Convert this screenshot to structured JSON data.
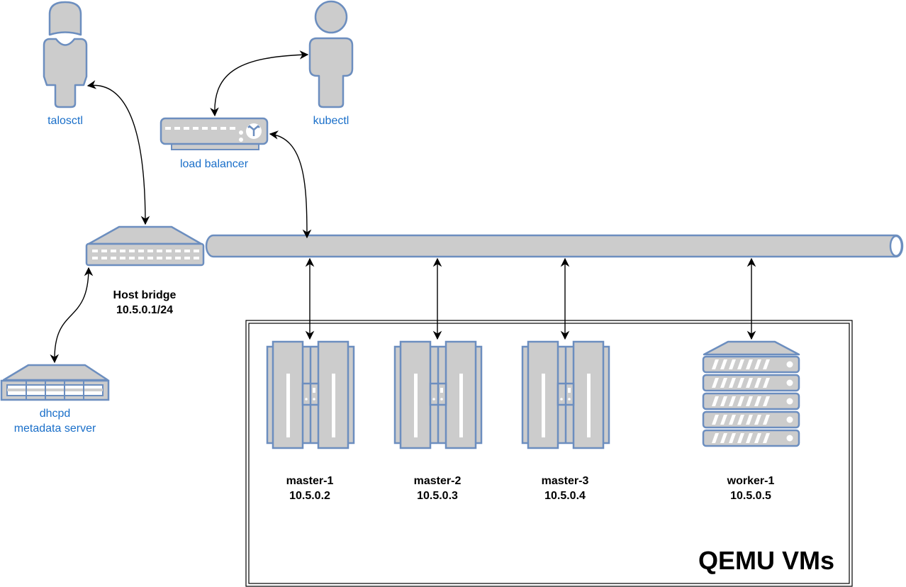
{
  "diagram": {
    "colors": {
      "fill": "#cccccc",
      "stroke": "#6c8ebf",
      "label": "#1a6fc9",
      "edge": "#000000"
    },
    "nodes": {
      "talosctl": {
        "label": "talosctl",
        "icon": "user-female-icon"
      },
      "kubectl": {
        "label": "kubectl",
        "icon": "user-icon"
      },
      "load_balancer": {
        "label": "load balancer",
        "icon": "load-balancer-icon"
      },
      "host_bridge": {
        "label": "Host bridge",
        "address": "10.5.0.1/24",
        "icon": "switch-icon"
      },
      "dhcpd": {
        "label_line1": "dhcpd",
        "label_line2": "metadata server",
        "icon": "server-icon"
      },
      "network_bus": {
        "icon": "pipe-bus-icon"
      }
    },
    "group": {
      "title": "QEMU VMs"
    },
    "vms": [
      {
        "name": "master-1",
        "ip": "10.5.0.2",
        "icon": "mainframe-icon"
      },
      {
        "name": "master-2",
        "ip": "10.5.0.3",
        "icon": "mainframe-icon"
      },
      {
        "name": "master-3",
        "ip": "10.5.0.4",
        "icon": "mainframe-icon"
      },
      {
        "name": "worker-1",
        "ip": "10.5.0.5",
        "icon": "rack-server-icon"
      }
    ],
    "edges": [
      {
        "from": "talosctl",
        "to": "host_bridge",
        "bidirectional": true
      },
      {
        "from": "kubectl",
        "to": "load_balancer",
        "bidirectional": true
      },
      {
        "from": "load_balancer",
        "to": "network_bus",
        "bidirectional": true
      },
      {
        "from": "host_bridge",
        "to": "dhcpd",
        "bidirectional": true
      },
      {
        "from": "network_bus",
        "to": "master-1",
        "bidirectional": true
      },
      {
        "from": "network_bus",
        "to": "master-2",
        "bidirectional": true
      },
      {
        "from": "network_bus",
        "to": "master-3",
        "bidirectional": true
      },
      {
        "from": "network_bus",
        "to": "worker-1",
        "bidirectional": true
      }
    ]
  }
}
